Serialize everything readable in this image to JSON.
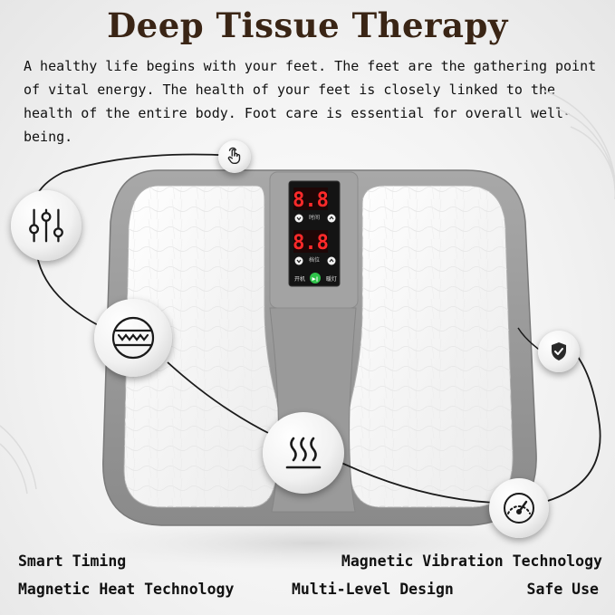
{
  "title": "Deep Tissue Therapy",
  "intro": "A healthy life begins with your feet. The feet are the gathering point of vital energy. The health of your feet is closely linked to the health of the entire body. Foot care is essential for overall well-being.",
  "panel": {
    "display_top": "8.8",
    "display_bottom": "8.8",
    "label_time": "时间",
    "label_level": "档位",
    "button_power": "开机",
    "button_play": "▶‖",
    "button_light": "暖灯"
  },
  "features": {
    "smart_timing": "Smart Timing",
    "magnetic_vibration": "Magnetic Vibration Technology",
    "magnetic_heat": "Magnetic Heat Technology",
    "multi_level": "Multi-Level Design",
    "safe_use": "Safe Use"
  },
  "icons": {
    "touch": "touch-hand-icon",
    "sliders": "sliders-icon",
    "vibration": "vibration-waves-icon",
    "heat": "heat-icon",
    "shield": "shield-check-icon",
    "gauge": "gauge-icon"
  },
  "colors": {
    "title": "#3a2515",
    "device_frame": "#8f8f8f",
    "display_digits": "#ff2a2a",
    "play_button": "#2fc24a"
  }
}
